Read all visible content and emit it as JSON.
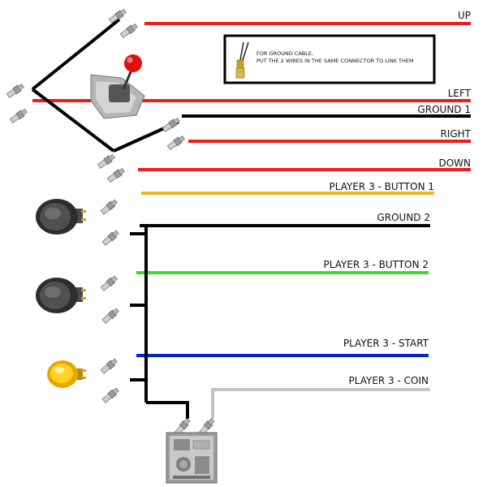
{
  "colors": {
    "red": "#ee1c1c",
    "black": "#000000",
    "yellow": "#f0b323",
    "green": "#44d62c",
    "blue": "#0b21d0",
    "gray": "#c4c4c4",
    "connector": "#8f8f8f"
  },
  "note": {
    "line1": "FOR GROUND CABLE,",
    "line2": "PUT THE 2 WIRES IN THE SAME CONNECTOR TO LINK THEM"
  },
  "wires": {
    "up": {
      "label": "UP",
      "color": "red"
    },
    "left": {
      "label": "LEFT",
      "color": "red"
    },
    "ground1": {
      "label": "GROUND 1",
      "color": "black"
    },
    "right": {
      "label": "RIGHT",
      "color": "red"
    },
    "down": {
      "label": "DOWN",
      "color": "red"
    },
    "button1": {
      "label": "PLAYER 3 - BUTTON 1",
      "color": "yellow"
    },
    "ground2": {
      "label": "GROUND 2",
      "color": "black"
    },
    "button2": {
      "label": "PLAYER 3 - BUTTON 2",
      "color": "green"
    },
    "start": {
      "label": "PLAYER 3 - START",
      "color": "blue"
    },
    "coin": {
      "label": "PLAYER 3 - COIN",
      "color": "gray"
    }
  },
  "components": {
    "joystick": "joystick",
    "button1": "black pushbutton",
    "button2": "black pushbutton",
    "start_button": "yellow pushbutton",
    "coin_mech": "coin mechanism"
  }
}
